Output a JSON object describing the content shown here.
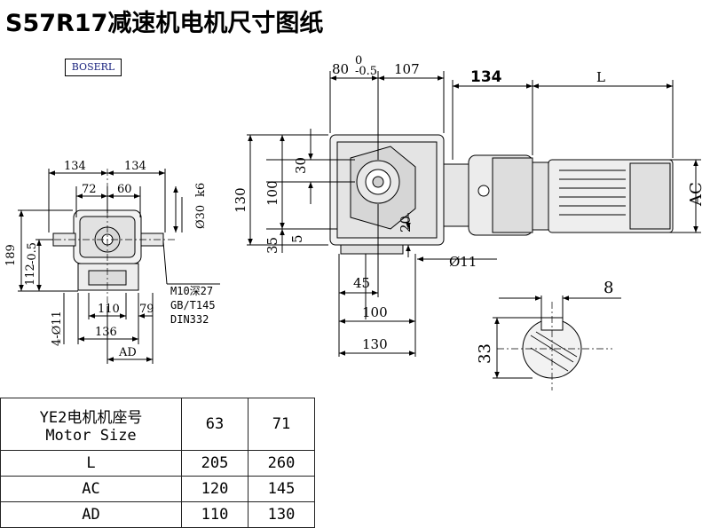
{
  "title": "S57R17减速机电机尺寸图纸",
  "logo_text": "BOSERL",
  "dims": {
    "top_80": "80",
    "top_80_sup": "0",
    "top_80_sub": "-0.5",
    "top_107": "107",
    "top_134": "134",
    "top_L": "L",
    "left_134a": "134",
    "left_134b": "134",
    "left_72": "72",
    "left_60": "60",
    "left_d30": "Ø30",
    "left_d30_sub": "k6",
    "left_189": "189",
    "left_112": "112",
    "left_112_sub": "-0.5",
    "left_4d11": "4-Ø11",
    "left_110": "110",
    "left_79": "79",
    "left_136": "136",
    "left_AD": "AD",
    "note_m10": "M10深27",
    "note_gb": "GB/T145",
    "note_din": "DIN332",
    "mid_130": "130",
    "mid_100": "100",
    "mid_30": "30",
    "mid_35": "35",
    "mid_5": "5",
    "mid_20": "20",
    "mid_d11": "Ø11",
    "mid_45": "45",
    "mid_100b": "100",
    "mid_130b": "130",
    "right_AC": "AC",
    "key_8": "8",
    "key_33": "33"
  },
  "table": {
    "header_line1": "YE2电机机座号",
    "header_line2": "Motor Size",
    "sizes": [
      "63",
      "71"
    ],
    "rows": [
      {
        "label": "L",
        "values": [
          "205",
          "260"
        ]
      },
      {
        "label": "AC",
        "values": [
          "120",
          "145"
        ]
      },
      {
        "label": "AD",
        "values": [
          "110",
          "130"
        ]
      }
    ]
  }
}
